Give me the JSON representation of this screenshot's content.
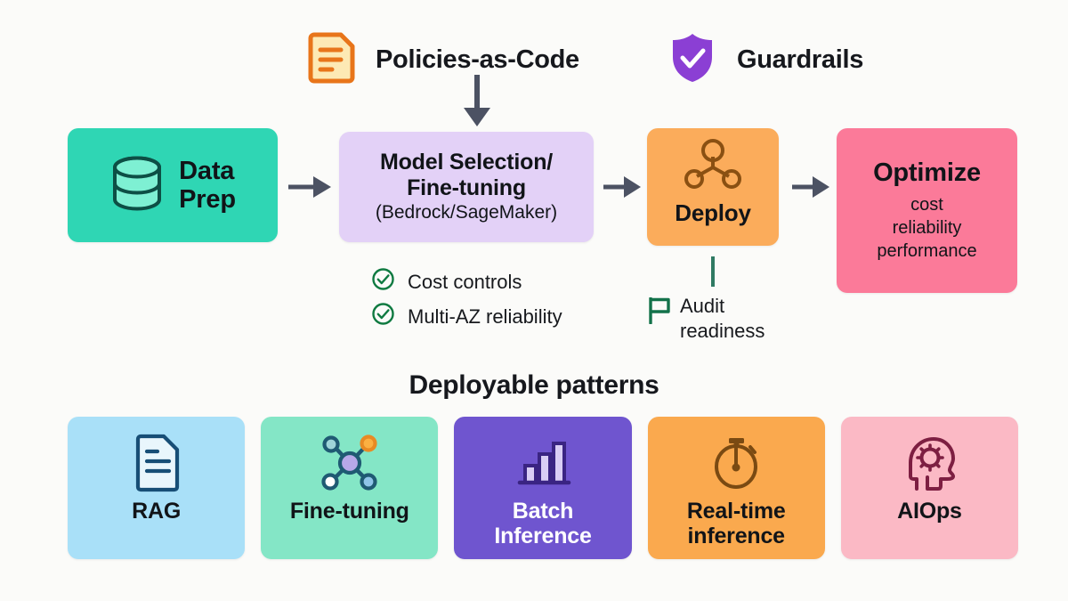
{
  "background_color": "#fbfbf9",
  "top_annotations": [
    {
      "icon": "policy-document-icon",
      "label": "Policies-as-Code",
      "icon_color": "#e8751a",
      "icon_fill": "#fde9b4"
    },
    {
      "icon": "shield-check-icon",
      "label": "Guardrails",
      "icon_color": "#8b3fd4",
      "icon_fill": "#8b3fd4"
    }
  ],
  "flow": {
    "steps": [
      {
        "id": "data-prep",
        "icon": "database-icon",
        "title": "Data\nPrep",
        "subtitle": "",
        "color": "#2fd6b4"
      },
      {
        "id": "model-selection",
        "icon": "",
        "title": "Model Selection/\nFine-tuning",
        "subtitle": "(Bedrock/SageMaker)",
        "color": "#e3d1f7"
      },
      {
        "id": "deploy",
        "icon": "node-graph-icon",
        "title": "Deploy",
        "subtitle": "",
        "color": "#fbac5b"
      },
      {
        "id": "optimize",
        "icon": "",
        "title": "Optimize",
        "subtitle": "cost\nreliability\nperformance",
        "color": "#fb7a99"
      }
    ],
    "arrow_color": "#4c5263",
    "title_lines": {
      "data_prep_line1": "Data",
      "data_prep_line2": "Prep",
      "model_line1": "Model Selection/",
      "model_line2": "Fine-tuning",
      "model_sub": "(Bedrock/SageMaker)",
      "deploy": "Deploy",
      "optimize": "Optimize",
      "optimize_sub1": "cost",
      "optimize_sub2": "reliability",
      "optimize_sub3": "performance"
    }
  },
  "checks": {
    "color": "#0f7a41",
    "items": [
      {
        "icon": "check-circle-icon",
        "label": "Cost controls"
      },
      {
        "icon": "check-circle-icon",
        "label": "Multi-AZ reliability"
      }
    ]
  },
  "audit": {
    "icon": "flag-icon",
    "color": "#13724a",
    "label": "Audit\nreadiness",
    "connector_color": "#2f7a63"
  },
  "patterns": {
    "heading": "Deployable patterns",
    "cards": [
      {
        "id": "rag",
        "label": "RAG",
        "icon": "document-icon",
        "bg": "#a9e0f8",
        "text_color": "#111418",
        "icon_color": "#174e76"
      },
      {
        "id": "fine-tuning",
        "label": "Fine-tuning",
        "icon": "node-network-icon",
        "bg": "#84e6c6",
        "text_color": "#111418",
        "icon_color": "#1f5a73"
      },
      {
        "id": "batch-inference",
        "label": "Batch\nInference",
        "icon": "bar-chart-icon",
        "bg": "#6f55cf",
        "text_color": "#ffffff",
        "icon_color": "#3a2483"
      },
      {
        "id": "real-time-inference",
        "label": "Real-time\ninference",
        "icon": "stopwatch-icon",
        "bg": "#faa94e",
        "text_color": "#111418",
        "icon_color": "#7a4a12"
      },
      {
        "id": "aiops",
        "label": "AIOps",
        "icon": "head-gear-icon",
        "bg": "#fbb9c5",
        "text_color": "#111418",
        "icon_color": "#7d1f42"
      }
    ]
  }
}
